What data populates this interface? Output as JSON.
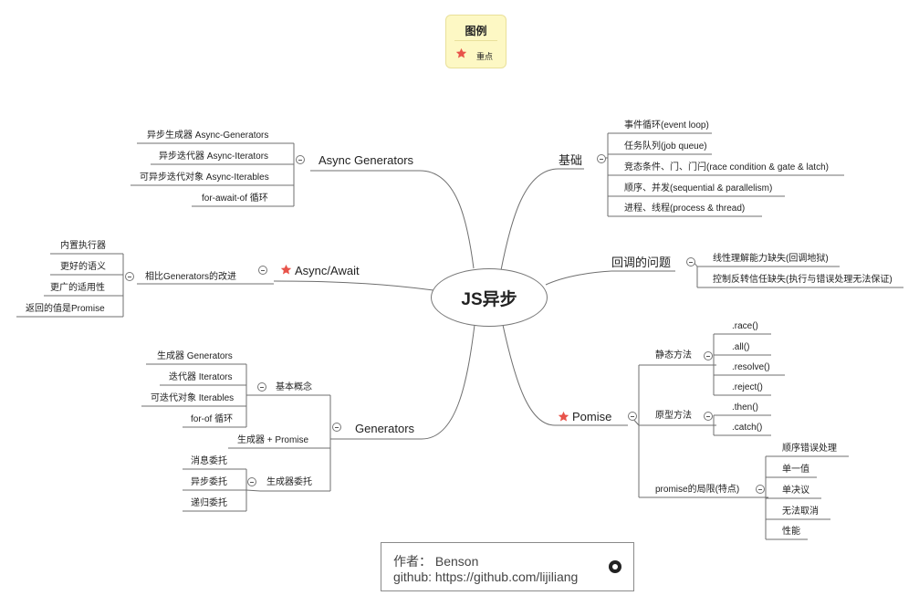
{
  "legend": {
    "title": "图例",
    "key_label": "重点",
    "key_icon": "star-icon"
  },
  "root": "JS异步",
  "branches": {
    "basics": {
      "label": "基础",
      "children": [
        "事件循环(event loop)",
        "任务队列(job queue)",
        "竞态条件、门、门闩(race condition & gate & latch)",
        "顺序、并发(sequential & parallelism)",
        "进程、线程(process & thread)"
      ]
    },
    "callback": {
      "label": "回调的问题",
      "children": [
        "线性理解能力缺失(回调地狱)",
        "控制反转信任缺失(执行与错误处理无法保证)"
      ]
    },
    "promise": {
      "label": "Pomise",
      "static": {
        "label": "静态方法",
        "children": [
          ".race()",
          ".all()",
          ".resolve()",
          ".reject()"
        ]
      },
      "proto": {
        "label": "原型方法",
        "children": [
          ".then()",
          ".catch()"
        ]
      },
      "limits": {
        "label": "promise的局限(特点)",
        "children": [
          "顺序错误处理",
          "单一值",
          "单决议",
          "无法取消",
          "性能"
        ]
      }
    },
    "async_generators": {
      "label": "Async Generators",
      "children": [
        "异步生成器 Async-Generators",
        "异步迭代器 Async-Iterators",
        "可异步迭代对象 Async-Iterables",
        "for-await-of 循环"
      ]
    },
    "async_await": {
      "label": "Async/Await",
      "compare": {
        "label": "相比Generators的改进",
        "children": [
          "内置执行器",
          "更好的语义",
          "更广的适用性",
          "返回的值是Promise"
        ]
      }
    },
    "generators": {
      "label": "Generators",
      "basic": {
        "label": "基本概念",
        "children": [
          "生成器 Generators",
          "迭代器 Iterators",
          "可迭代对象 Iterables",
          "for-of 循环"
        ]
      },
      "with_promise": "生成器 + Promise",
      "delegation": {
        "label": "生成器委托",
        "children": [
          "消息委托",
          "异步委托",
          "递归委托"
        ]
      }
    }
  },
  "footer": {
    "author": "作者： Benson",
    "github": "github: https://github.com/lijiliang",
    "icon": "github-icon"
  },
  "colors": {
    "star": "#e8534a",
    "legend_bg": "#fdf8c4",
    "line": "#6f6f6f"
  }
}
